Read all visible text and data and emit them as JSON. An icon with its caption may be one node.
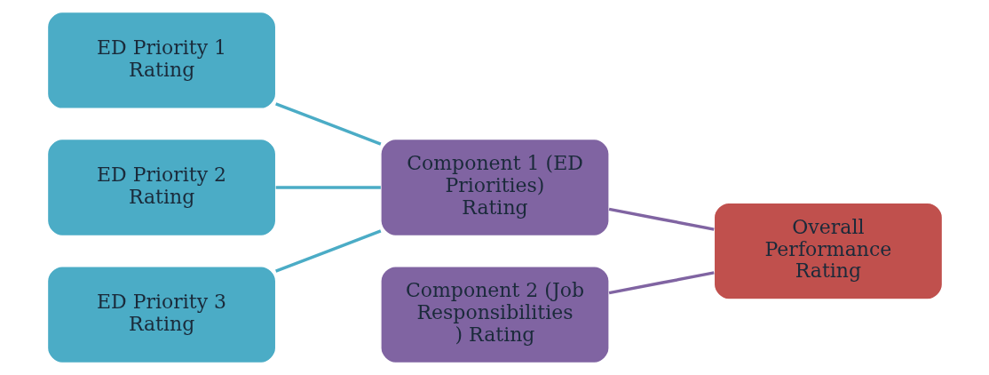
{
  "diagram": {
    "nodes": [
      {
        "text": [
          "ED Priority 1 Rating"
        ]
      },
      {
        "text": [
          "ED Priority 2 Rating"
        ]
      },
      {
        "text": [
          "ED Priority 3 Rating"
        ]
      },
      {
        "text": [
          "Component 1 (ED Priorities) Rating"
        ]
      },
      {
        "text": [
          "Component 2 (Job Responsibilities) Rating"
        ]
      },
      {
        "text": [
          "Overall Performance Rating"
        ]
      }
    ],
    "edges": [
      {
        "from": 0,
        "to": 3,
        "arrow": "none"
      },
      {
        "from": 1,
        "to": 3,
        "arrow": "none"
      },
      {
        "from": 2,
        "to": 3,
        "arrow": "none"
      },
      {
        "from": 3,
        "to": 5,
        "arrow": "none",
        "color": "#8064a2"
      },
      {
        "from": 4,
        "to": 5,
        "arrow": "none",
        "color": "#8064a2"
      }
    ]
  }
}
